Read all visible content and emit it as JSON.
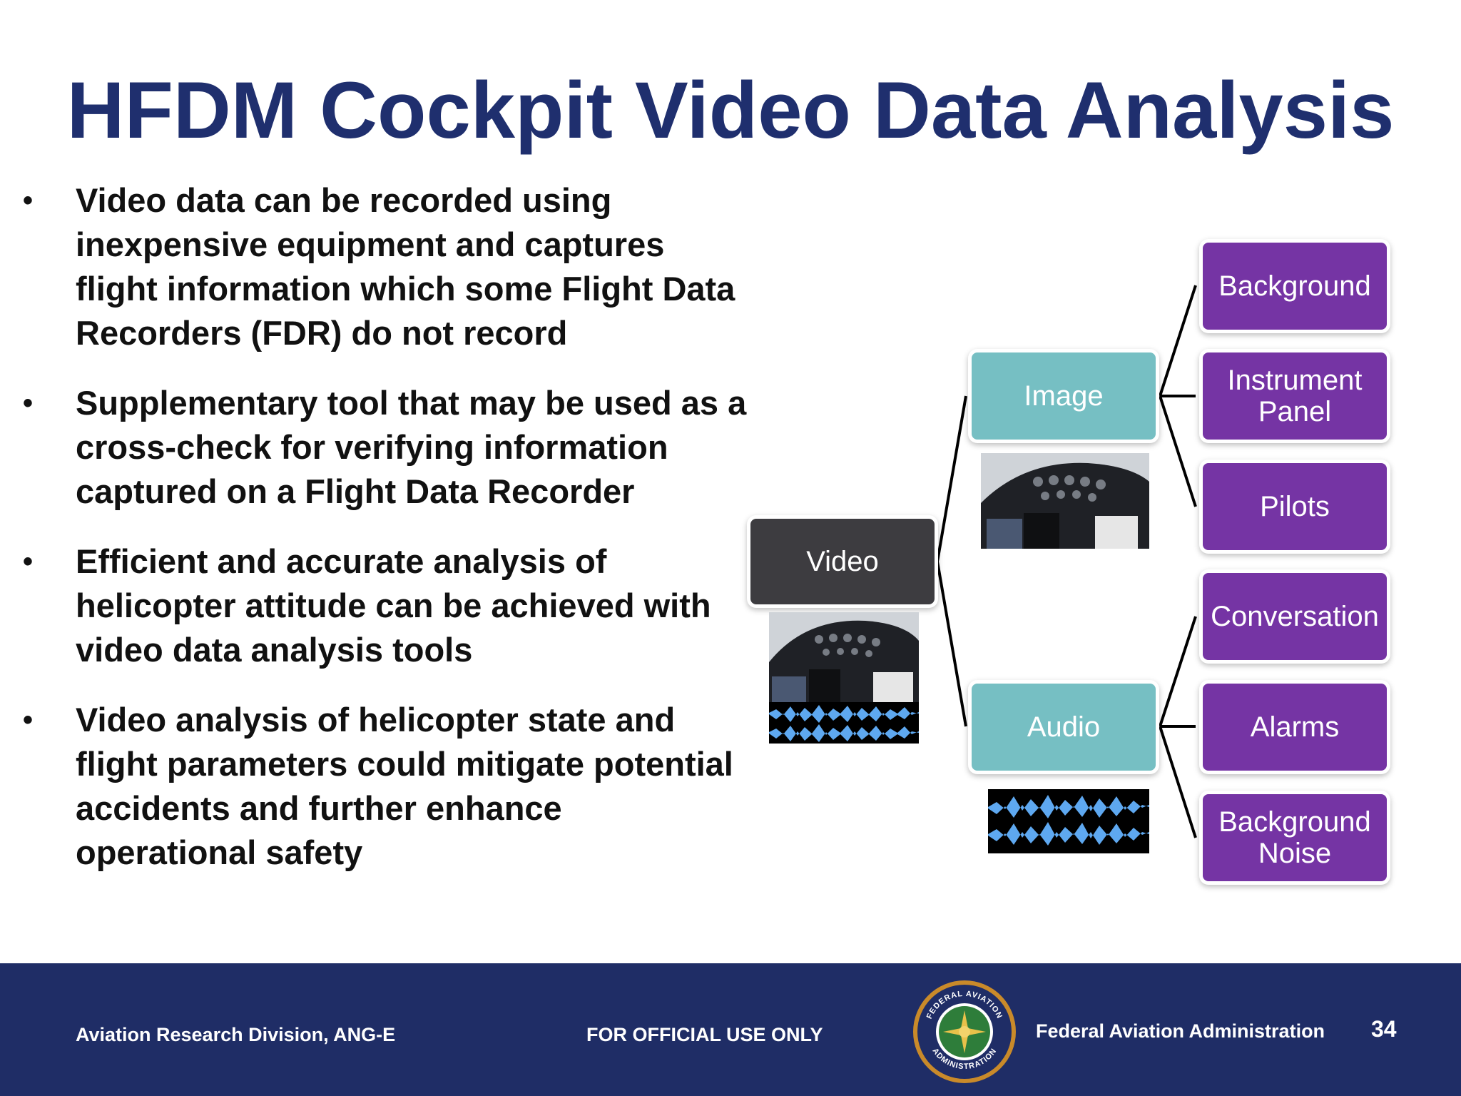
{
  "title": "HFDM Cockpit Video Data Analysis",
  "bullets": [
    "Video data can be recorded using inexpensive equipment and captures flight information which some Flight Data Recorders (FDR) do not record",
    "Supplementary tool that may be used as a cross-check for verifying information captured on a Flight Data Recorder",
    "Efficient and accurate analysis of helicopter attitude can be achieved with video data analysis tools",
    "Video analysis of helicopter state and flight parameters could mitigate potential accidents and further enhance operational safety"
  ],
  "bullet_marker": "•",
  "diagram": {
    "root": "Video",
    "image": "Image",
    "audio": "Audio",
    "image_children": [
      "Background",
      "Instrument Panel",
      "Pilots"
    ],
    "audio_children": [
      "Conversation",
      "Alarms",
      "Background Noise"
    ]
  },
  "colors": {
    "title": "#1f2f6e",
    "root_node": "#3d3c40",
    "mid_node": "#76bfc3",
    "leaf_node": "#7534a4",
    "footer": "#1f2d66",
    "waveform": "#5ea8f0"
  },
  "footer": {
    "left": "Aviation Research Division, ANG-E",
    "middle": "FOR OFFICIAL USE ONLY",
    "right": "Federal Aviation Administration",
    "page": "34",
    "seal_text": "FEDERAL AVIATION ADMINISTRATION"
  }
}
